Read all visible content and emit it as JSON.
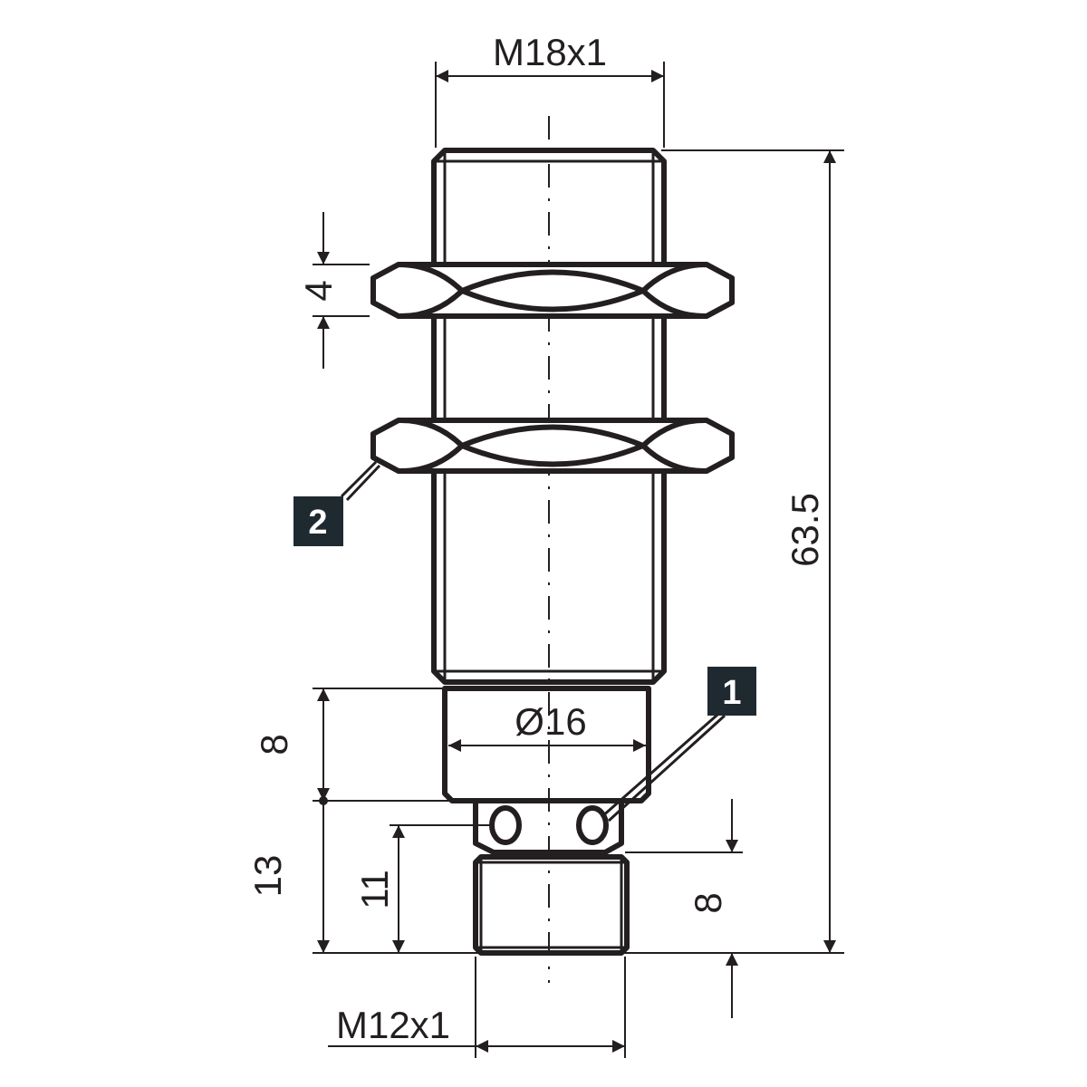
{
  "colors": {
    "stroke": "#231f20",
    "callout_fill": "#1f2a30",
    "callout_text": "#ffffff",
    "background": "#ffffff"
  },
  "dimensions": {
    "thread_main": "M18x1",
    "thread_connector": "M12x1",
    "diameter_collar": "Ø16",
    "nut_thickness": "4",
    "total_length": "63.5",
    "collar_length": "8",
    "connector_length": "13",
    "connector_inner": "11",
    "connector_thread_length": "8"
  },
  "callouts": {
    "connector": "1",
    "nut": "2"
  }
}
